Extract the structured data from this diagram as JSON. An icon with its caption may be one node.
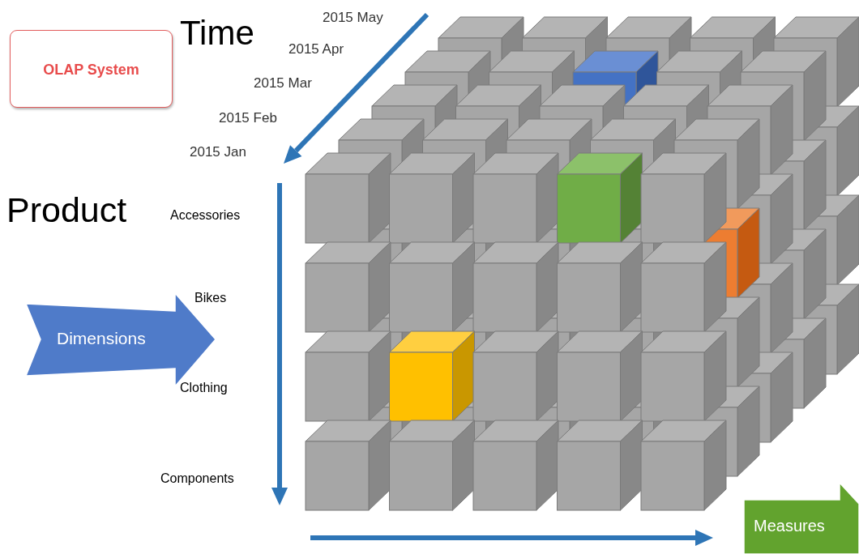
{
  "diagram": {
    "nodes": [
      {
        "text": [
          "OLAP System"
        ]
      },
      {
        "text": [
          "Dimensions"
        ]
      },
      {
        "text": [
          "Measures"
        ]
      }
    ],
    "labels": [
      "Time",
      "2015 May",
      "2015 Apr",
      "2015 Mar",
      "2015 Feb",
      "2015 Jan",
      "Product",
      "Accessories",
      "Bikes",
      "Clothing",
      "Components"
    ]
  }
}
